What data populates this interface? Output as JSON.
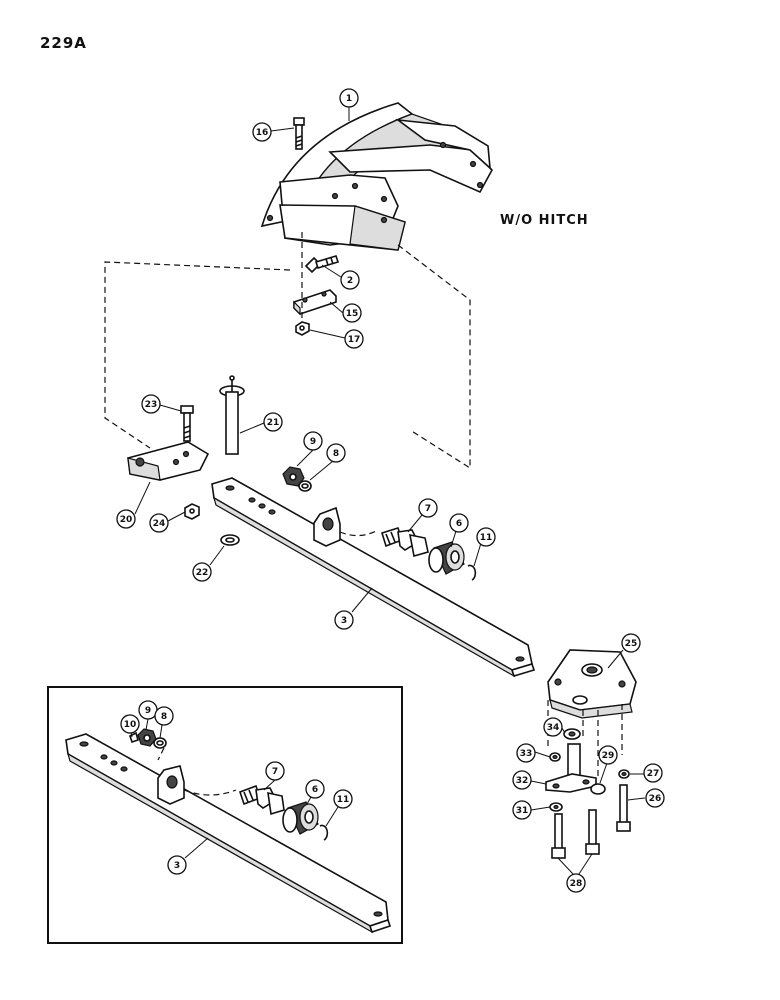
{
  "page": {
    "number": "229A",
    "note": "W/O HITCH"
  },
  "callouts": {
    "c1": "1",
    "c2": "2",
    "c15": "15",
    "c16": "16",
    "c17": "17",
    "c23": "23",
    "c21": "21",
    "c9a": "9",
    "c8a": "8",
    "c20": "20",
    "c24": "24",
    "c22": "22",
    "c7a": "7",
    "c6a": "6",
    "c11a": "11",
    "c3a": "3",
    "c25": "25",
    "c34": "34",
    "c33": "33",
    "c32": "32",
    "c29": "29",
    "c27": "27",
    "c26": "26",
    "c31": "31",
    "c28": "28",
    "c10": "10",
    "c9b": "9",
    "c8b": "8",
    "c7b": "7",
    "c6b": "6",
    "c11b": "11",
    "c3b": "3"
  }
}
